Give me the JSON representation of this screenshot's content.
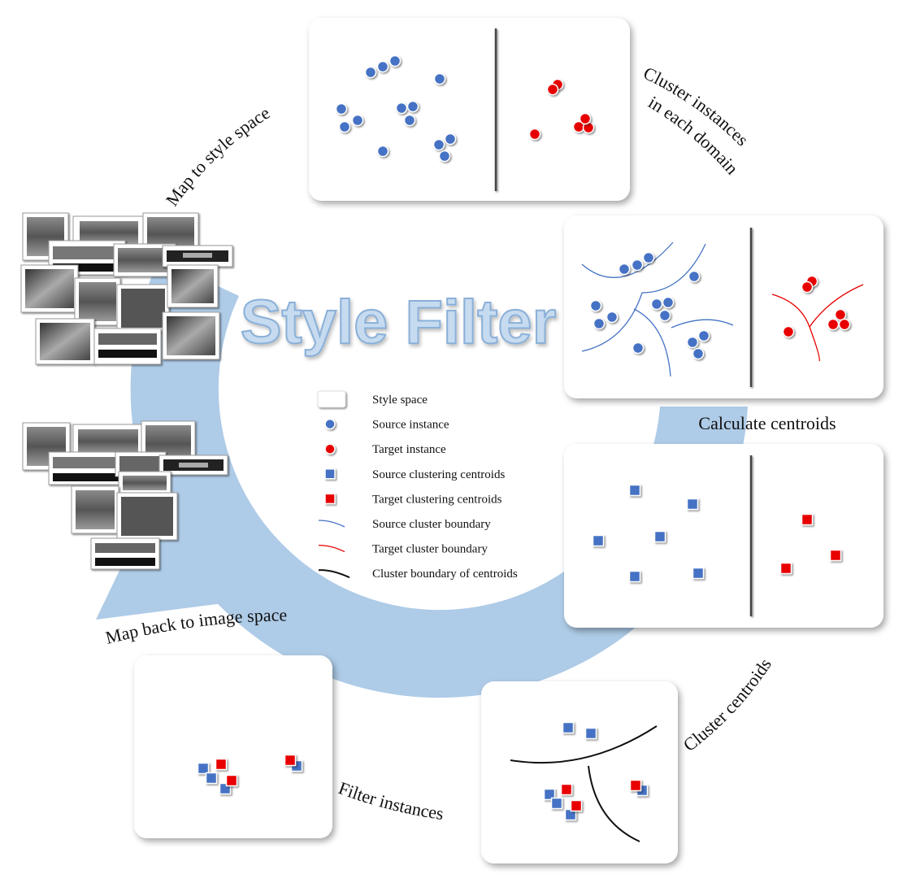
{
  "title": "Style Filter",
  "steps": {
    "map_to_style": "Map to style space",
    "cluster_instances_line1": "Cluster instances",
    "cluster_instances_line2": "in each domain",
    "calculate_centroids": "Calculate centroids",
    "cluster_centroids": "Cluster centroids",
    "filter_instances": "Filter instances",
    "map_back": "Map back to image space"
  },
  "legend": [
    {
      "key": "style-space",
      "label": "Style space"
    },
    {
      "key": "source-instance",
      "label": "Source instance"
    },
    {
      "key": "target-instance",
      "label": "Target instance"
    },
    {
      "key": "source-centroid",
      "label": "Source clustering centroids"
    },
    {
      "key": "target-centroid",
      "label": "Target clustering centroids"
    },
    {
      "key": "source-boundary",
      "label": "Source cluster boundary"
    },
    {
      "key": "target-boundary",
      "label": "Target cluster boundary"
    },
    {
      "key": "centroid-boundary",
      "label": "Cluster boundary of centroids"
    }
  ],
  "colors": {
    "source": "#4472c4",
    "target": "#e80000",
    "arrow": "#aecbe7",
    "title_fill": "#c6dbf0",
    "title_stroke": "#8ab0d8",
    "boundary_centroids": "#111111"
  }
}
